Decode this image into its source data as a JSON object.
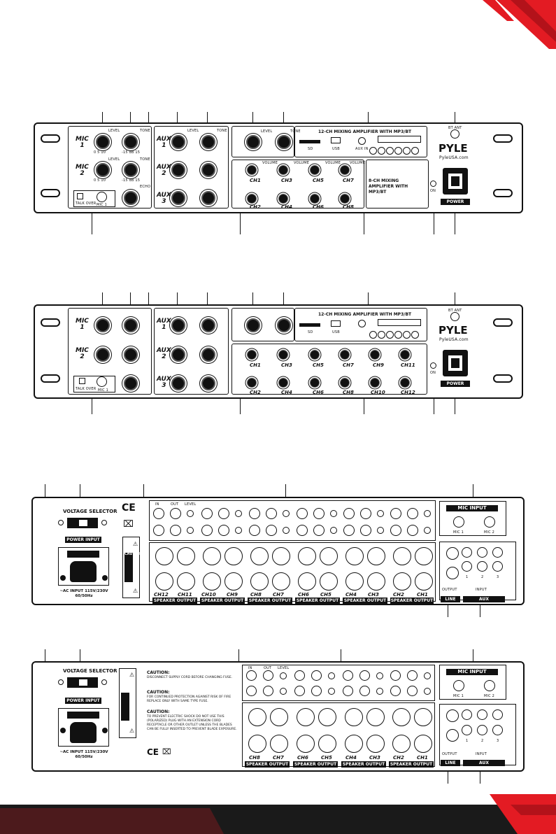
{
  "colors": {
    "accent_red": "#e31b23",
    "ink": "#111111",
    "footer": "#1a1a1a"
  },
  "front_a": {
    "mic_labels": [
      "1",
      "2"
    ],
    "mic_prefix": "MIC",
    "aux_labels": [
      "1",
      "2",
      "3"
    ],
    "aux_prefix": "AUX",
    "level": "LEVEL",
    "tone": "TONE",
    "echo": "ECHO",
    "scale_a": "0    5    10",
    "scale_b": "-15  dB  15",
    "talk_over": "TALK OVER",
    "mic_btn": "MIC 1",
    "mic_level": "LEVEL",
    "mic_tone": "TONE",
    "volume": "VOLUME",
    "channels_top": [
      "CH1",
      "CH3",
      "CH5",
      "CH7"
    ],
    "channels_bottom": [
      "CH2",
      "CH4",
      "CH6",
      "CH8"
    ],
    "player_title": "12-CH MIXING AMPLIFIER WITH MP3/BT",
    "sd": "SD",
    "usb": "USB",
    "aux_in": "AUX IN",
    "bt_ant": "BT ANT",
    "brand": "PYLE",
    "site": "PyleUSA.com",
    "model_text": "8-CH MIXING AMPLIFIER WITH MP3/BT",
    "on": "ON",
    "power": "POWER"
  },
  "front_b": {
    "player_title": "12-CH MIXING AMPLIFIER WITH MP3/BT",
    "channels_top": [
      "CH1",
      "CH3",
      "CH5",
      "CH7",
      "CH9",
      "CH11"
    ],
    "channels_bottom": [
      "CH2",
      "CH4",
      "CH6",
      "CH8",
      "CH10",
      "CH12"
    ],
    "brand": "PYLE",
    "site": "PyleUSA.com",
    "bt_ant": "BT ANT",
    "on": "ON",
    "power": "POWER",
    "talk_over": "TALK OVER",
    "mic_btn": "MIC 1"
  },
  "rear_a": {
    "voltage_selector": "VOLTAGE SELECTOR",
    "power_input": "POWER INPUT",
    "ac_input": "~AC INPUT 115V/230V 60/50Hz",
    "caution": "CAUTION:",
    "mic_input": "MIC INPUT",
    "mic1": "MIC 1",
    "mic2": "MIC 2",
    "line": "LINE",
    "aux": "AUX",
    "output": "OUTPUT",
    "input": "INPUT",
    "nums": [
      "1",
      "2",
      "3"
    ],
    "speaker_output": "SPEAKER OUTPUT",
    "speaker_pairs": [
      [
        "CH12",
        "CH11"
      ],
      [
        "CH10",
        "CH9"
      ],
      [
        "CH8",
        "CH7"
      ],
      [
        "CH6",
        "CH5"
      ],
      [
        "CH4",
        "CH3"
      ],
      [
        "CH2",
        "CH1"
      ]
    ],
    "io_labels": [
      "IN",
      "OUT",
      "LEVEL"
    ]
  },
  "rear_b": {
    "voltage_selector": "VOLTAGE SELECTOR",
    "power_input": "POWER INPUT",
    "ac_input": "~AC INPUT 115V/230V 60/50Hz",
    "caution1_title": "CAUTION:",
    "caution1_text": "DISCONNECT SUPPLY CORD BEFORE CHANGING FUSE.",
    "caution2_title": "CAUTION:",
    "caution2_text": "FOR CONTINUED PROTECTION AGAINST RISK OF FIRE REPLACE ONLY WITH SAME TYPE FUSE.",
    "caution3_title": "CAUTION:",
    "caution3_text": "TO PREVENT ELECTRIC SHOCK DO NOT USE THIS (POLARIZED) PLUG WITH AN EXTENSION CORD RECEPTACLE OR OTHER OUTLET UNLESS THE BLADES CAN BE FULLY INSERTED TO PREVENT BLADE EXPOSURE.",
    "mic_input": "MIC INPUT",
    "mic1": "MIC 1",
    "mic2": "MIC 2",
    "line": "LINE",
    "aux": "AUX",
    "output": "OUTPUT",
    "input": "INPUT",
    "nums": [
      "1",
      "2",
      "3"
    ],
    "speaker_output": "SPEAKER OUTPUT",
    "speaker_pairs": [
      [
        "CH8",
        "CH7"
      ],
      [
        "CH6",
        "CH5"
      ],
      [
        "CH4",
        "CH3"
      ],
      [
        "CH2",
        "CH1"
      ]
    ],
    "io_labels": [
      "IN",
      "OUT",
      "LEVEL"
    ]
  }
}
